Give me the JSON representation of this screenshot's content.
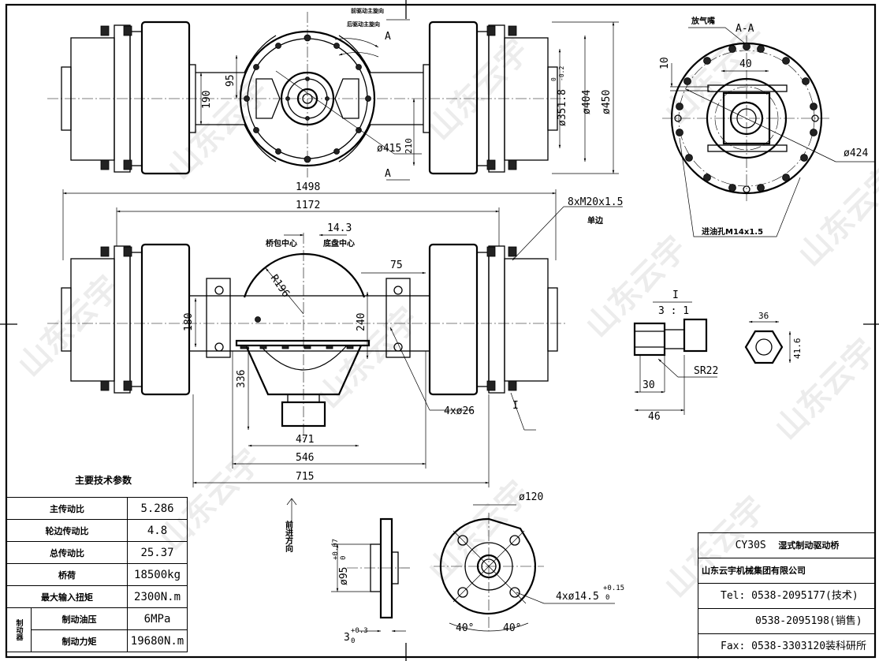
{
  "watermark": "山东云宇",
  "top_view": {
    "rotation_front": "前驱动主旋向",
    "rotation_rear": "后驱动主旋向",
    "section_mark": "A",
    "dims": {
      "d190": "190",
      "d95": "95",
      "d415": "ø415",
      "d210": "210",
      "d351": "ø351.8",
      "d351_tol_u": "0",
      "d351_tol_l": "-0.2",
      "d404": "ø404",
      "d450": "ø450"
    }
  },
  "section_view": {
    "title": "A-A",
    "vent_label": "放气嘴",
    "dim_10": "10",
    "dim_40": "40",
    "dim_424": "ø424",
    "oil_inlet": "进油孔M14x1.5"
  },
  "front_view": {
    "dims": {
      "d1498": "1498",
      "d1172": "1172",
      "d14_3": "14.3",
      "d75": "75",
      "r196": "R196",
      "d180": "180",
      "d240": "240",
      "d336": "336",
      "d471": "471",
      "d546": "546",
      "d715": "715",
      "holes": "4xø26"
    },
    "axle_center": "桥包中心",
    "chassis_center": "底盘中心",
    "stud_label": "8xM20x1.5",
    "stud_side": "单边",
    "detail_mark": "I"
  },
  "detail": {
    "mark": "I",
    "scale": "3 : 1",
    "d30": "30",
    "d46": "46",
    "sr22": "SR22",
    "d36": "36",
    "d41_6": "41.6"
  },
  "flange": {
    "forward_dir": "前进方向",
    "d95": "ø95",
    "d95_tol_u": "+0.07",
    "d95_tol_l": "0",
    "d3": "3",
    "d3_tol_u": "+0.3",
    "d3_tol_l": "0",
    "d120": "ø120",
    "holes": "4xø14.5",
    "holes_tol_u": "+0.15",
    "holes_tol_l": "0",
    "angle1": "40°",
    "angle2": "40°"
  },
  "spec_table": {
    "title": "主要技术参数",
    "rows": [
      {
        "label": "主传动比",
        "value": "5.286"
      },
      {
        "label": "轮边传动比",
        "value": "4.8"
      },
      {
        "label": "总传动比",
        "value": "25.37"
      },
      {
        "label": "桥荷",
        "value": "18500kg"
      },
      {
        "label": "最大输入扭矩",
        "value": "2300N.m"
      }
    ],
    "brake_group": "制动器",
    "brake_rows": [
      {
        "label": "制动油压",
        "value": "6MPa"
      },
      {
        "label": "制动力矩",
        "value": "19680N.m"
      }
    ]
  },
  "title_block": {
    "model": "CY30S",
    "product": "湿式制动驱动桥",
    "company": "山东云宇机械集团有限公司",
    "tel_label": "Tel:",
    "tel1": "0538-2095177(技术)",
    "tel2": "0538-2095198(销售)",
    "fax_label": "Fax:",
    "fax": "0538-3303120装科研所"
  }
}
